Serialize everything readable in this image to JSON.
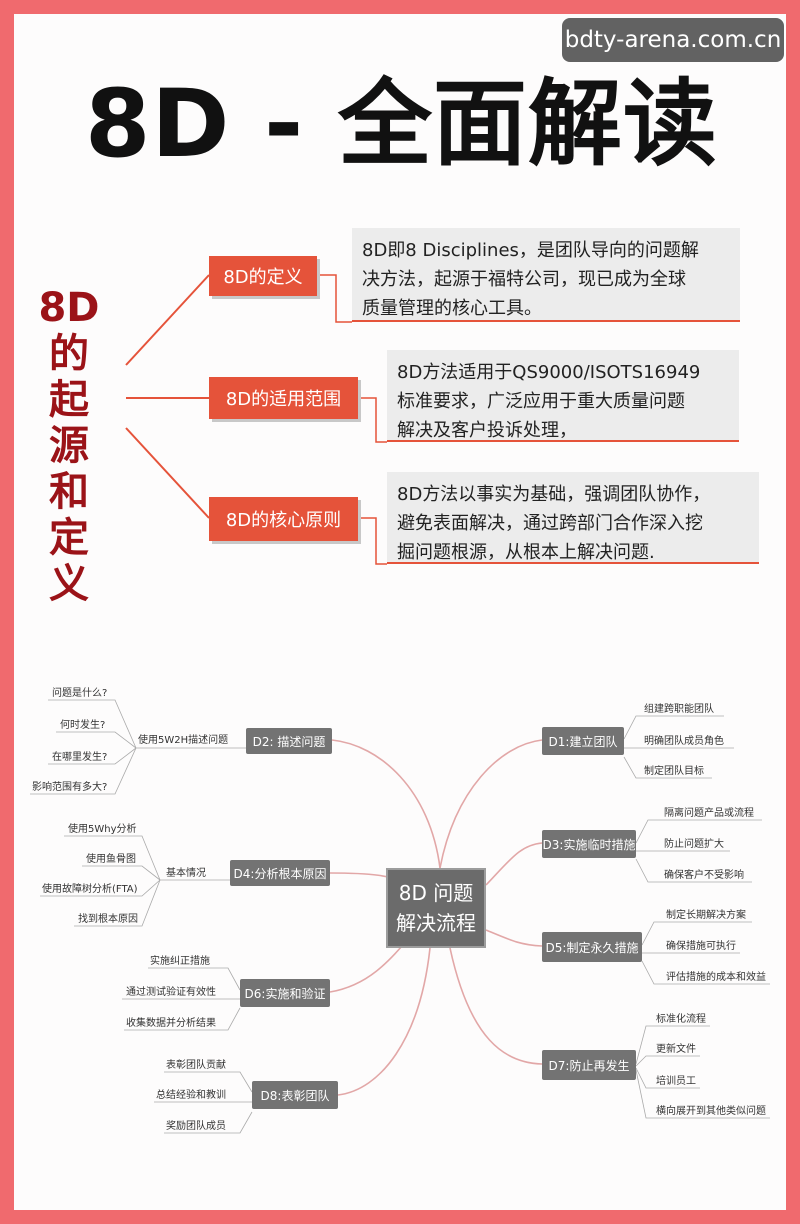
{
  "watermark": "bdty-arena.com.cn",
  "title": "8D - 全面解读",
  "origin": {
    "vertical_title": [
      "8D",
      "的",
      "起",
      "源",
      "和",
      "定",
      "义"
    ],
    "items": [
      {
        "label": "8D的定义",
        "desc": [
          "8D即8 Disciplines，是团队导向的问题解",
          "决方法，起源于福特公司，现已成为全球",
          "质量管理的核心工具。"
        ]
      },
      {
        "label": "8D的适用范围",
        "desc": [
          "8D方法适用于QS9000/ISOTS16949",
          "标准要求，广泛应用于重大质量问题",
          "解决及客户投诉处理，"
        ]
      },
      {
        "label": "8D的核心原则",
        "desc": [
          "8D方法以事实为基础，强调团队协作，",
          "避免表面解决，通过跨部门合作深入挖",
          "掘问题根源，从根本上解决问题."
        ]
      }
    ]
  },
  "mindmap": {
    "center": [
      "8D 问题",
      "解决流程"
    ],
    "left": [
      {
        "label": "D2: 描述问题",
        "sub": "使用5W2H描述问题",
        "leaves": [
          "问题是什么?",
          "何时发生?",
          "在哪里发生?",
          "影响范围有多大?"
        ]
      },
      {
        "label": "D4:分析根本原因",
        "sub": "基本情况",
        "leaves": [
          "使用5Why分析",
          "使用鱼骨图",
          "使用故障树分析(FTA)",
          "找到根本原因"
        ]
      },
      {
        "label": "D6:实施和验证",
        "sub": "",
        "leaves": [
          "实施纠正措施",
          "通过测试验证有效性",
          "收集数据并分析结果"
        ]
      },
      {
        "label": "D8:表彰团队",
        "sub": "",
        "leaves": [
          "表彰团队贡献",
          "总结经验和教训",
          "奖励团队成员"
        ]
      }
    ],
    "right": [
      {
        "label": "D1:建立团队",
        "leaves": [
          "组建跨职能团队",
          "明确团队成员角色",
          "制定团队目标"
        ]
      },
      {
        "label": "D3:实施临时措施",
        "leaves": [
          "隔离问题产品或流程",
          "防止问题扩大",
          "确保客户不受影响"
        ]
      },
      {
        "label": "D5:制定永久措施",
        "leaves": [
          "制定长期解决方案",
          "确保措施可执行",
          "评估措施的成本和效益"
        ]
      },
      {
        "label": "D7:防止再发生",
        "leaves": [
          "标准化流程",
          "更新文件",
          "培训员工",
          "横向展开到其他类似问题"
        ]
      }
    ]
  },
  "colors": {
    "border": "#f06a6e",
    "accent": "#e5533a",
    "title_dark_red": "#9b1318",
    "node_gray": "#737373"
  }
}
